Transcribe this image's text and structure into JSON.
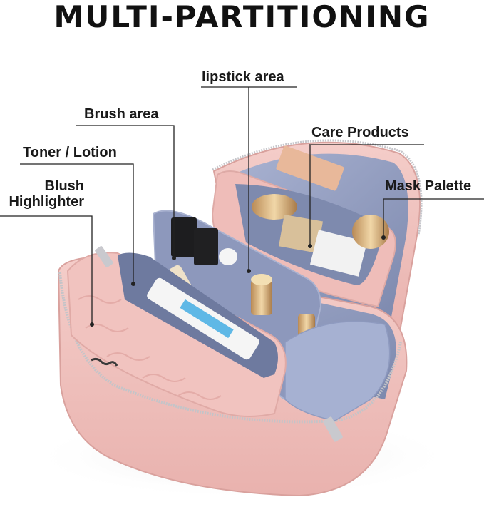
{
  "headline": "MULTI-PARTITIONING",
  "callouts": {
    "lipstick": {
      "label": "lipstick area"
    },
    "brush": {
      "label": "Brush area"
    },
    "toner": {
      "label": "Toner / Lotion"
    },
    "blush": {
      "line1": "Blush",
      "line2": "Highlighter"
    },
    "care": {
      "label": "Care Products"
    },
    "mask": {
      "label": "Mask Palette"
    }
  },
  "colors": {
    "bag_pink": "#f0c2bf",
    "bag_pink_dark": "#e3a9a6",
    "lining_blue": "#9aa6c6",
    "lining_dark": "#6f7ca0",
    "zipper": "#b9b9bd",
    "leader_line": "#222222"
  }
}
